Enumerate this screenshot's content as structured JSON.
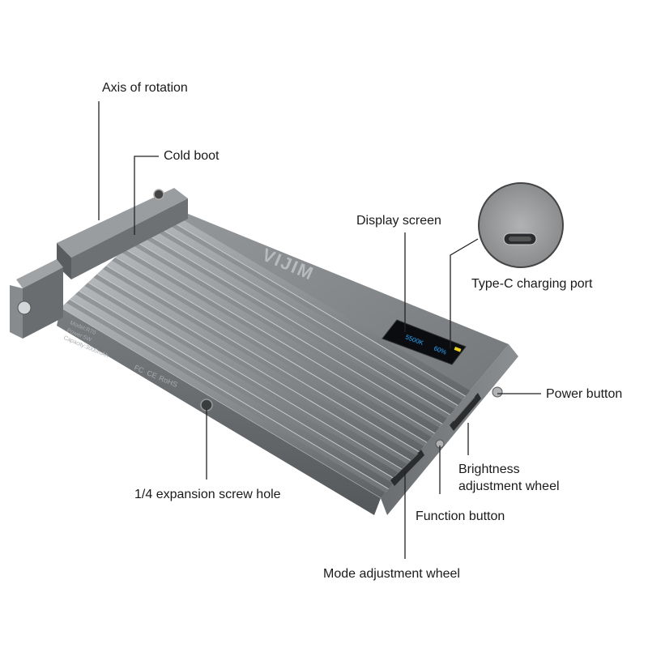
{
  "labels": {
    "axis_of_rotation": "Axis of rotation",
    "cold_boot": "Cold boot",
    "display_screen": "Display screen",
    "type_c_port": "Type-C charging port",
    "power_button": "Power button",
    "brightness_wheel_line1": "Brightness",
    "brightness_wheel_line2": "adjustment wheel",
    "function_button": "Function button",
    "screw_hole": "1/4 expansion screw hole",
    "mode_wheel": "Mode adjustment wheel"
  },
  "device": {
    "brand": "VIJIM",
    "spec_lines": [
      "Model:R70",
      "Power:5W",
      "Capacity:3000mAh"
    ],
    "certifications": [
      "FC",
      "CE",
      "RoHS"
    ],
    "screen": {
      "color_temp": "5500K",
      "brightness": "60%"
    }
  },
  "colors": {
    "body": "#8a8d90",
    "body_dark": "#5a5d60",
    "leader_line": "#222222",
    "screen_text": "#2aa8ff",
    "screen_accent": "#e8d020"
  }
}
